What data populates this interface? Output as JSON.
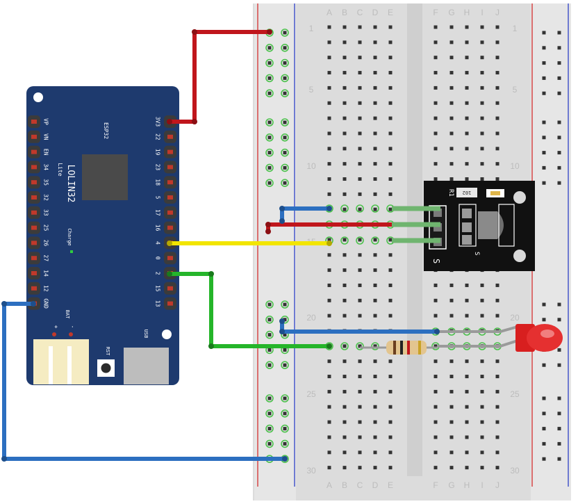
{
  "breadboard": {
    "column_letters_left": [
      "A",
      "B",
      "C",
      "D",
      "E"
    ],
    "column_letters_right": [
      "F",
      "G",
      "H",
      "I",
      "J"
    ],
    "row_numbers": [
      "1",
      "5",
      "10",
      "15",
      "20",
      "25",
      "30"
    ]
  },
  "esp32_board": {
    "title": "LOLIN32",
    "subtitle": "Lite",
    "chip_label": "ESP32",
    "charge_label": "Charge",
    "bat_label": "BAT",
    "bat_plus": "+",
    "bat_minus": "-",
    "rst_label": "RST",
    "usb_label": "USB",
    "left_pins": [
      "VP",
      "VN",
      "EN",
      "34",
      "35",
      "32",
      "33",
      "25",
      "26",
      "27",
      "14",
      "12",
      "GND"
    ],
    "right_pins": [
      "3V3",
      "22",
      "19",
      "23",
      "18",
      "5",
      "17",
      "16",
      "4",
      "0",
      "2",
      "15",
      "13"
    ]
  },
  "ir_sensor": {
    "r1_label": "R1",
    "part_code": "102",
    "s_label": "S",
    "inner_s_label": "S"
  },
  "colors": {
    "red_wire": "#c0161c",
    "blue_wire": "#2c6fc0",
    "yellow_wire": "#f2e500",
    "green_wire": "#25b52a",
    "board": "#1e3a6e",
    "led": "#e21b1b"
  }
}
